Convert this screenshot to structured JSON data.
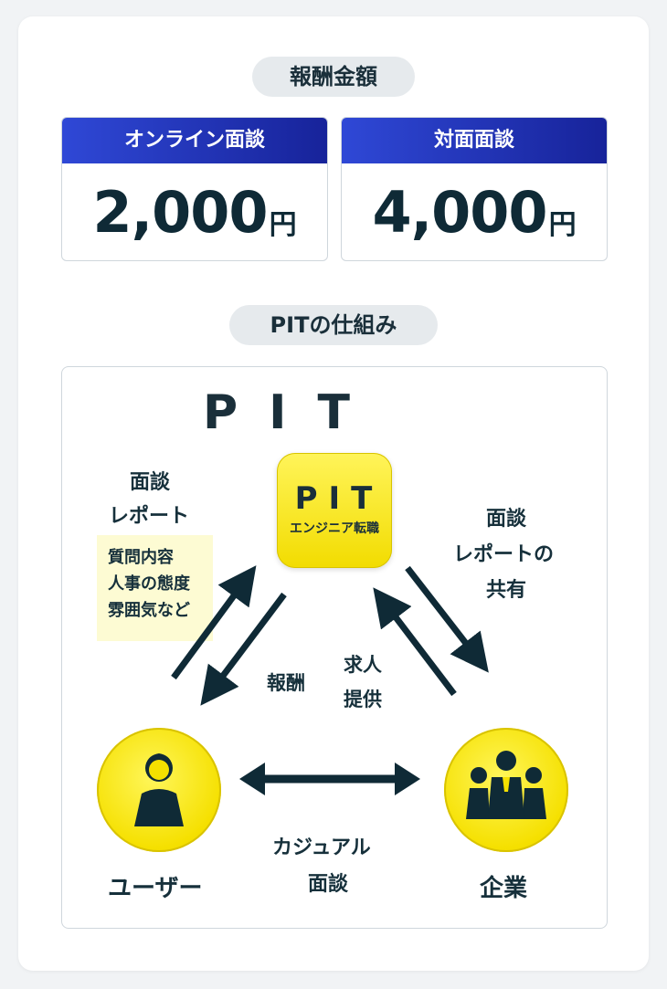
{
  "pricing": {
    "title": "報酬金額",
    "online": {
      "label": "オンライン面談",
      "amount": "2,000",
      "unit": "円"
    },
    "inperson": {
      "label": "対面面談",
      "amount": "4,000",
      "unit": "円"
    }
  },
  "mechanism": {
    "title": "PITの仕組み",
    "brand": "PIT",
    "app_icon": {
      "title": "PIT",
      "subtitle": "エンジニア転職"
    },
    "left_label": [
      "面談",
      "レポート"
    ],
    "note": [
      "質問内容",
      "人事の態度",
      "雰囲気など"
    ],
    "right_label": [
      "面談",
      "レポートの",
      "共有"
    ],
    "reward_label": "報酬",
    "job_label": [
      "求人",
      "提供"
    ],
    "casual_label": [
      "カジュアル",
      "面談"
    ],
    "user_label": "ユーザー",
    "company_label": "企業",
    "icons": {
      "user": "person-icon",
      "company": "business-group-icon"
    },
    "colors": {
      "yellow": "#f5e000",
      "dark": "#0f2a36",
      "header_blue": "#1f31b8"
    }
  }
}
